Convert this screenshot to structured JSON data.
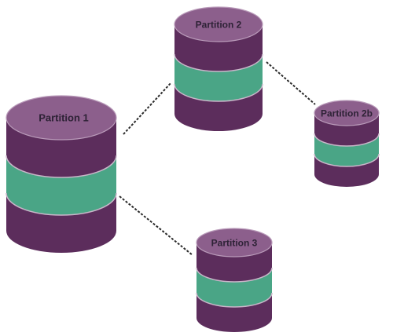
{
  "colors": {
    "band_dark": "#5c2d5c",
    "band_green": "#4aa586",
    "top": "#8c5f8c",
    "label": "#2e2236",
    "connector": "#2a2a2a"
  },
  "partitions": [
    {
      "id": "p1",
      "label": "Partition 1"
    },
    {
      "id": "p2",
      "label": "Partition 2"
    },
    {
      "id": "p2b",
      "label": "Partition 2b"
    },
    {
      "id": "p3",
      "label": "Partition 3"
    }
  ],
  "connections": [
    {
      "from": "p1",
      "to": "p2"
    },
    {
      "from": "p2",
      "to": "p2b"
    },
    {
      "from": "p1",
      "to": "p3"
    }
  ]
}
